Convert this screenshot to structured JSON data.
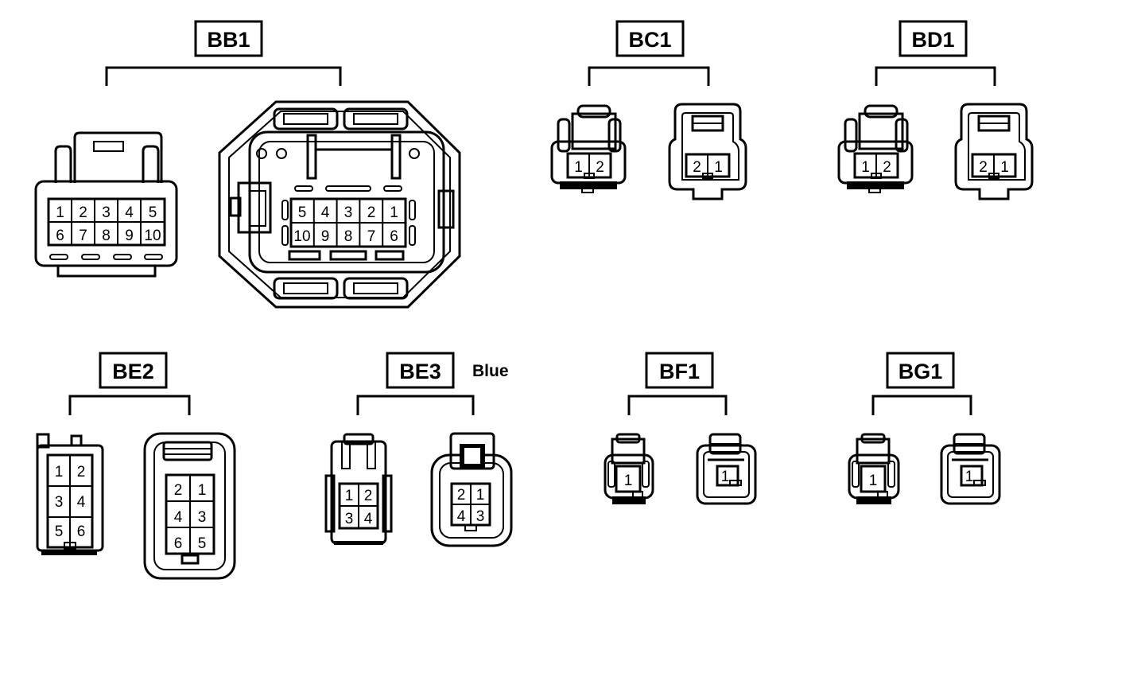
{
  "connectors": {
    "bb1": {
      "label": "BB1"
    },
    "bc1": {
      "label": "BC1"
    },
    "bd1": {
      "label": "BD1"
    },
    "be2": {
      "label": "BE2"
    },
    "be3": {
      "label": "BE3",
      "note": "Blue"
    },
    "bf1": {
      "label": "BF1"
    },
    "bg1": {
      "label": "BG1"
    }
  },
  "pins": {
    "bb1_left": [
      "1",
      "2",
      "3",
      "4",
      "5",
      "6",
      "7",
      "8",
      "9",
      "10"
    ],
    "bb1_right": [
      "5",
      "4",
      "3",
      "2",
      "1",
      "10",
      "9",
      "8",
      "7",
      "6"
    ],
    "bc1_left": [
      "1",
      "2"
    ],
    "bc1_right": [
      "2",
      "1"
    ],
    "bd1_left": [
      "1",
      "2"
    ],
    "bd1_right": [
      "2",
      "1"
    ],
    "be2_left": [
      "1",
      "2",
      "3",
      "4",
      "5",
      "6"
    ],
    "be2_right": [
      "2",
      "1",
      "4",
      "3",
      "6",
      "5"
    ],
    "be3_left": [
      "1",
      "2",
      "3",
      "4"
    ],
    "be3_right": [
      "2",
      "1",
      "4",
      "3"
    ],
    "bf1_left": [
      "1"
    ],
    "bf1_right": [
      "1"
    ],
    "bg1_left": [
      "1"
    ],
    "bg1_right": [
      "1"
    ]
  }
}
